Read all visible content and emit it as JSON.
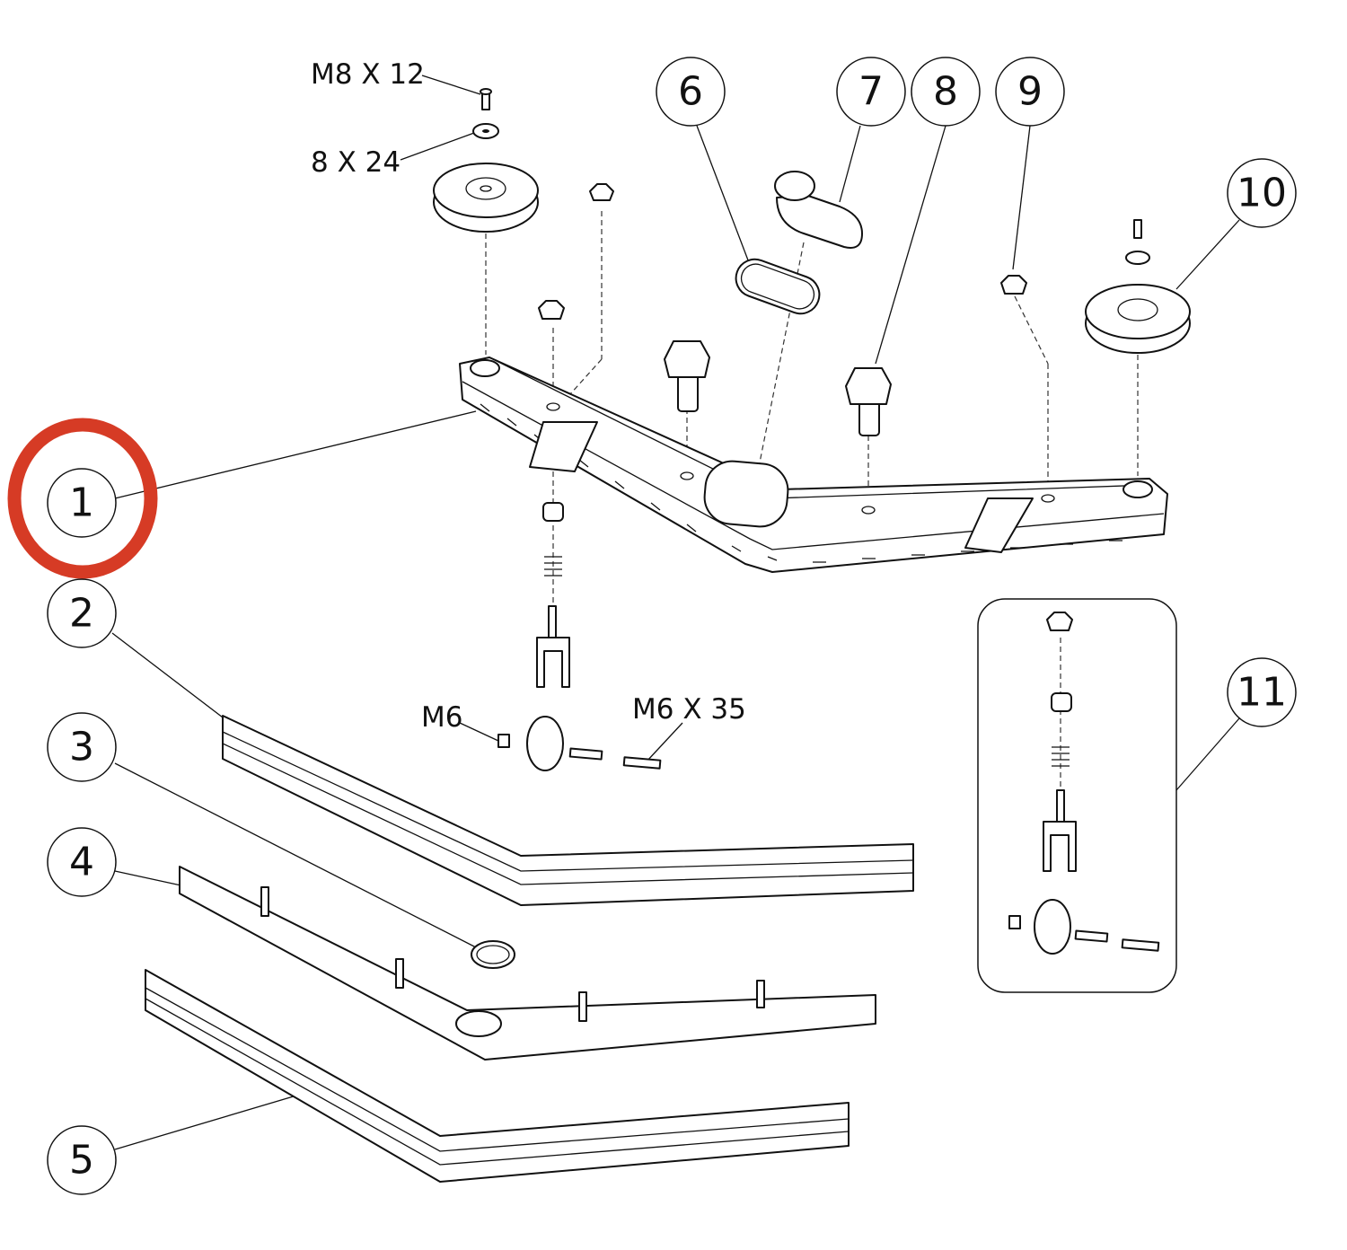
{
  "diagram": {
    "callouts": [
      "1",
      "2",
      "3",
      "4",
      "5",
      "6",
      "7",
      "8",
      "9",
      "10",
      "11"
    ],
    "highlighted_callout": "1",
    "highlight_color": "#d63b25",
    "hardware_labels": {
      "bolt_top": "M8 X 12",
      "washer_top": "8 X 24",
      "nut": "M6",
      "bolt_wheel": "M6 X 35"
    }
  }
}
